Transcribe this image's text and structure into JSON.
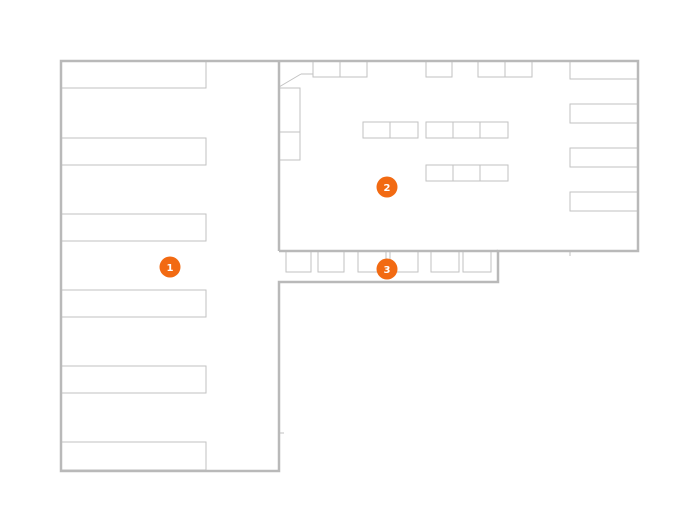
{
  "floorplan": {
    "colors": {
      "wall": "#b9b9b9",
      "fixture": "#c2c2c2",
      "marker": "#f26a12",
      "marker_text": "#ffffff"
    },
    "markers": [
      {
        "id": "marker-1",
        "label": "1"
      },
      {
        "id": "marker-2",
        "label": "2"
      },
      {
        "id": "marker-3",
        "label": "3"
      }
    ]
  }
}
